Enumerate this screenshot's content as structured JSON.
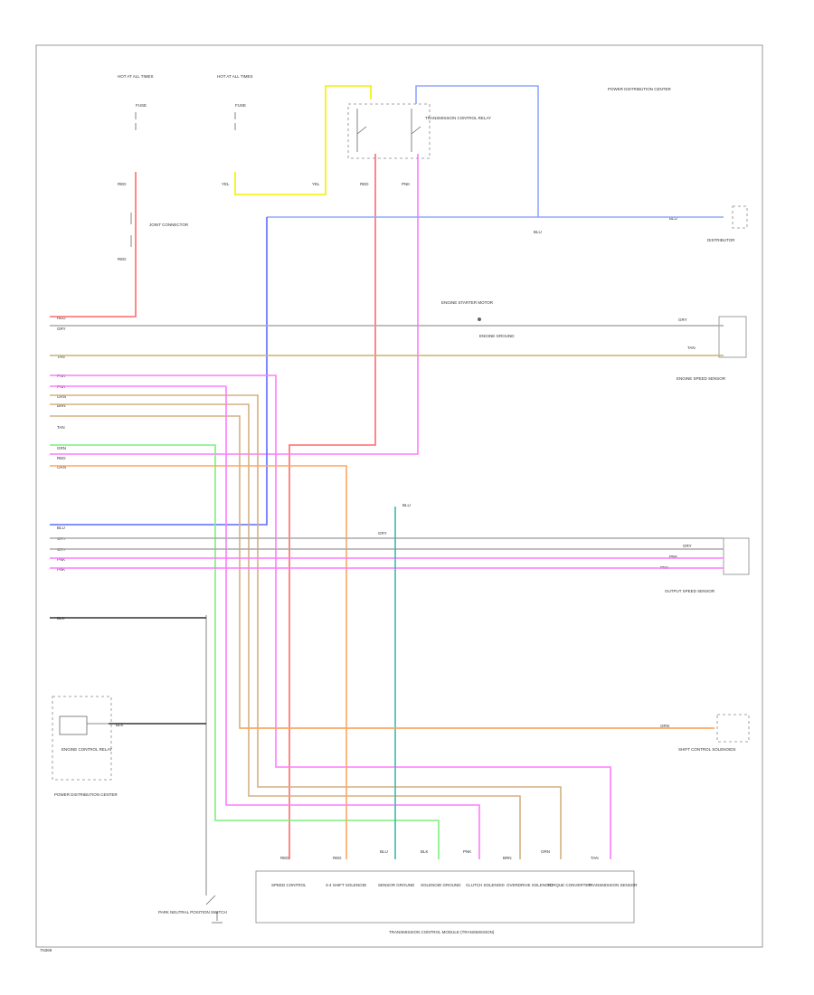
{
  "labels": {
    "hot_left": "HOT AT ALL TIMES",
    "hot_right": "HOT AT ALL TIMES",
    "fuse_a": "FUSE",
    "fuse_b": "FUSE",
    "power_dist_top": "POWER DISTRIBUTION CENTER",
    "trans_relay": "TRANSMISSION CONTROL RELAY",
    "joint_connector": "JOINT CONNECTOR",
    "engine_starter_motor": "ENGINE STARTER MOTOR",
    "distributor": "DISTRIBUTOR",
    "engine_ground": "ENGINE GROUND",
    "engine_sensor": "ENGINE SPEED SENSOR",
    "output_speed_sensor": "OUTPUT SPEED SENSOR",
    "shift_control": "SHIFT CONTROL SOLENOIDS",
    "engine_ctrl_relay": "ENGINE CONTROL RELAY",
    "power_dist_bottom": "POWER DISTRIBUTION CENTER",
    "park_neutral_switch": "PARK NEUTRAL POSITION SWITCH",
    "module": "TRANSMISSION CONTROL MODULE (TRANSMISSION)",
    "corner": "7N369"
  },
  "wires": {
    "rd": "RED",
    "yl": "YEL",
    "bl": "BLU",
    "pk": "PNK",
    "gn": "GRN",
    "or": "ORN",
    "tn": "TAN",
    "br": "BRN",
    "gy": "GRY",
    "bk": "BLK"
  },
  "module_pins": [
    "SPEED CONTROL",
    "3-4 SHIFT SOLENOID",
    "SENSOR GROUND",
    "SOLENOID GROUND",
    "CLUTCH SOLENOID",
    "OVERDRIVE SOLENOID",
    "TORQUE CONVERTER",
    "TRANSMISSION SENSOR"
  ],
  "colors": {
    "red": "#ff6a6a",
    "yellow": "#f2f200",
    "blue": "#5b6bff",
    "light_blue": "#8fa7ff",
    "pink": "#ff7bff",
    "green": "#7df07d",
    "orange": "#ffa65e",
    "tan": "#d4b080",
    "olive": "#c8b46e",
    "gray": "#aaaaaa",
    "cyan": "#3cb8b0",
    "black": "#333333"
  }
}
